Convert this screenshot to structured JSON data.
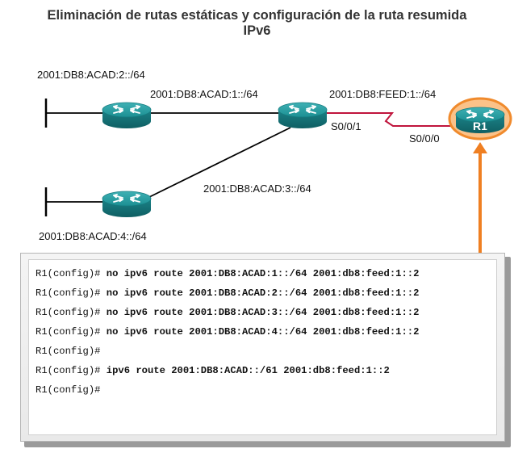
{
  "title": {
    "line1": "Eliminación de rutas estáticas y configuración de la ruta resumida",
    "line2": "IPv6"
  },
  "labels": {
    "net_acad2": "2001:DB8:ACAD:2::/64",
    "net_acad1": "2001:DB8:ACAD:1::/64",
    "net_feed1": "2001:DB8:FEED:1::/64",
    "net_acad3": "2001:DB8:ACAD:3::/64",
    "net_acad4": "2001:DB8:ACAD:4::/64",
    "if_s001": "S0/0/1",
    "if_s000": "S0/0/0",
    "router_r1": "R1"
  },
  "colors": {
    "router_body": "#1d8a8f",
    "r1_highlight": "#f08a2c",
    "serial_link": "#c0143c",
    "arrow": "#ef7f22"
  },
  "cli": {
    "lines": [
      {
        "prompt": "R1(config)#",
        "text": "no ipv6 route 2001:DB8:ACAD:1::/64 2001:db8:feed:1::2"
      },
      {
        "prompt": "R1(config)#",
        "text": "no ipv6 route 2001:DB8:ACAD:2::/64 2001:db8:feed:1::2"
      },
      {
        "prompt": "R1(config)#",
        "text": "no ipv6 route 2001:DB8:ACAD:3::/64 2001:db8:feed:1::2"
      },
      {
        "prompt": "R1(config)#",
        "text": "no ipv6 route 2001:DB8:ACAD:4::/64 2001:db8:feed:1::2"
      },
      {
        "prompt": "R1(config)#",
        "text": ""
      },
      {
        "prompt": "R1(config)#",
        "text": "ipv6 route 2001:DB8:ACAD::/61 2001:db8:feed:1::2"
      },
      {
        "prompt": "R1(config)#",
        "text": ""
      }
    ]
  }
}
